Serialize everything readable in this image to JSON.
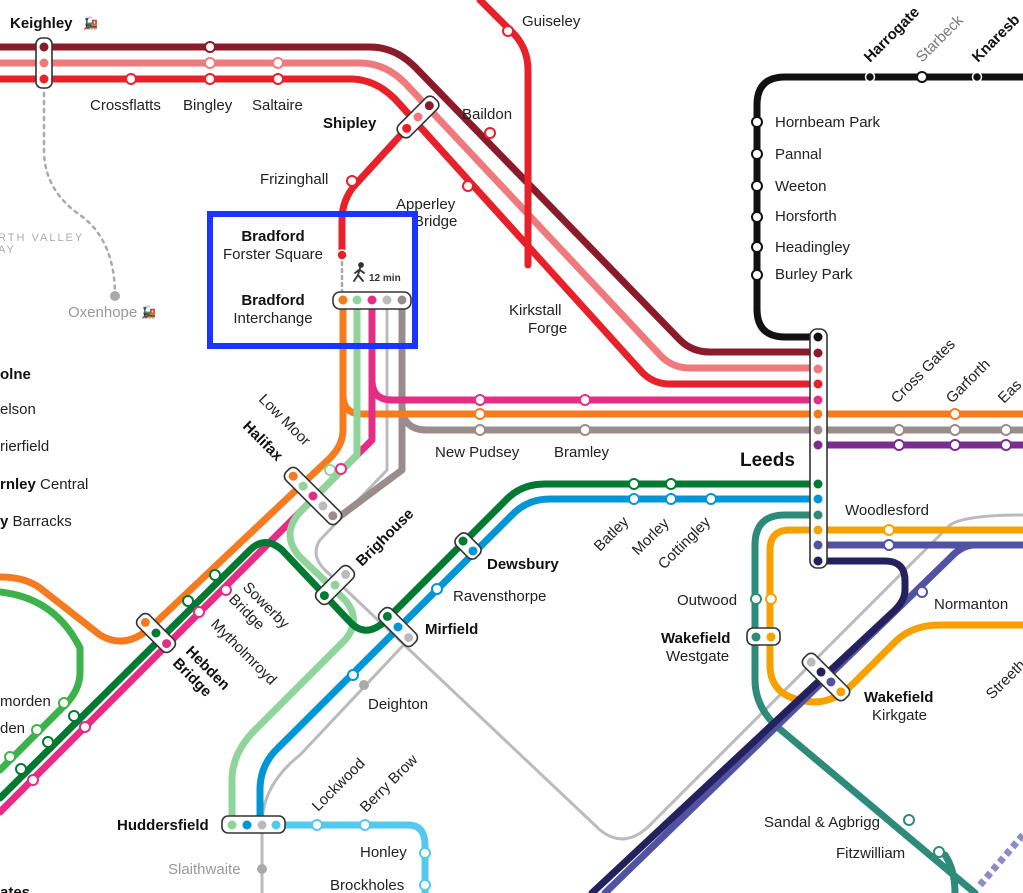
{
  "map": {
    "colors": {
      "airedale": "#8b1a2b",
      "wharfedale": "#ef7a7d",
      "bradford_red": "#e8202a",
      "calder_magenta": "#e62d86",
      "orange": "#f47b20",
      "greybrown": "#9a8c8a",
      "purple": "#7a2d8e",
      "dark_green": "#007a33",
      "blue": "#0096d6",
      "teal": "#2e8b7a",
      "amber": "#f7a100",
      "indigo": "#5252a3",
      "navy": "#25215e",
      "light_green": "#8fd49a",
      "light_grey": "#bbbbbb",
      "sky_blue": "#55c8f0",
      "green": "#3cb34a",
      "black": "#111111",
      "highlight": "#1a35ff"
    },
    "highlight_box": {
      "station_top_bold": "Bradford",
      "station_top": "Forster Square",
      "station_bottom_bold": "Bradford",
      "station_bottom": "Interchange",
      "walk_icon": "walking-person-icon",
      "walk_time": "12 min"
    },
    "stations": {
      "keighley": "Keighley",
      "crossflatts": "Crossflatts",
      "bingley": "Bingley",
      "saltaire": "Saltaire",
      "shipley": "Shipley",
      "baildon": "Baildon",
      "guiseley": "Guiseley",
      "frizinghall": "Frizinghall",
      "apperley_1": "Apperley",
      "apperley_2": "Bridge",
      "kirkstall_1": "Kirkstall",
      "kirkstall_2": "Forge",
      "oxenhope": "Oxenhope",
      "heritage_1": "RTH VALLEY",
      "heritage_2": "AY",
      "low_moor": "Low Moor",
      "halifax": "Halifax",
      "brighouse": "Brighouse",
      "new_pudsey": "New Pudsey",
      "bramley": "Bramley",
      "leeds": "Leeds",
      "batley": "Batley",
      "morley": "Morley",
      "cottingley": "Cottingley",
      "dewsbury": "Dewsbury",
      "ravensthorpe": "Ravensthorpe",
      "mirfield": "Mirfield",
      "deighton": "Deighton",
      "sowerby_1": "Sowerby",
      "sowerby_2": "Bridge",
      "mytholmroyd": "Mytholmroyd",
      "hebden_1": "Hebden",
      "hebden_2": "Bridge",
      "huddersfield": "Huddersfield",
      "lockwood": "Lockwood",
      "berry_brow": "Berry Brow",
      "honley": "Honley",
      "brockholes": "Brockholes",
      "slaithwaite": "Slaithwaite",
      "woodlesford": "Woodlesford",
      "outwood": "Outwood",
      "wakefield_w_1": "Wakefield",
      "wakefield_w_2": "Westgate",
      "normanton": "Normanton",
      "wakefield_k_1": "Wakefield",
      "wakefield_k_2": "Kirkgate",
      "streethouse": "Streeth",
      "sandal": "Sandal & Agbrigg",
      "fitzwilliam": "Fitzwilliam",
      "harrogate": "Harrogate",
      "starbeck": "Starbeck",
      "knaresborough": "Knaresb",
      "hornbeam": "Hornbeam Park",
      "pannal": "Pannal",
      "weeton": "Weeton",
      "horsforth": "Horsforth",
      "headingley": "Headingley",
      "burley": "Burley Park",
      "cross_gates": "Cross Gates",
      "garforth": "Garforth",
      "east": "Eas",
      "colne": "olne",
      "nelson": "elson",
      "brierfield": "rierfield",
      "burnley_1": "rnley",
      "burnley_2": "Central",
      "barracks_1": "y",
      "barracks_2": "Barracks",
      "todmorden": "morden",
      "walsden": "den",
      "bottom_left": "ates"
    }
  }
}
